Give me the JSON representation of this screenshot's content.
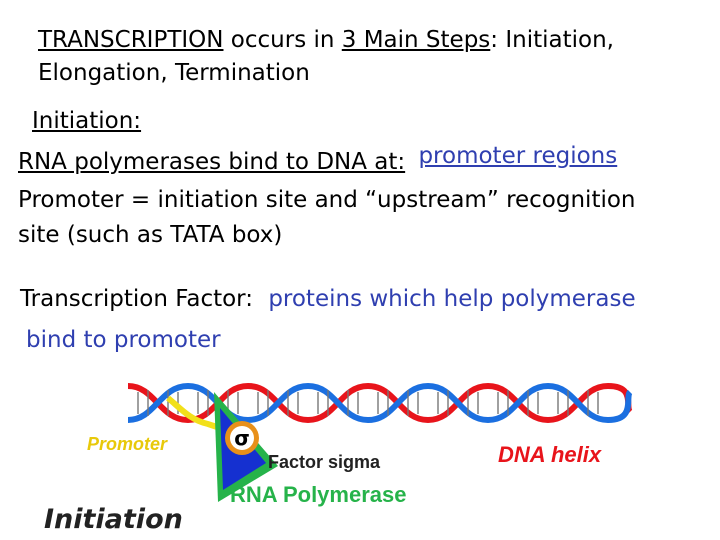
{
  "heading": {
    "word1": "TRANSCRIPTION",
    "mid": " occurs in ",
    "steps": "3 Main Steps",
    "rest": ": Initiation,",
    "line2": "Elongation, Termination"
  },
  "initiation_heading": "Initiation:",
  "rna_line": {
    "label": "RNA polymerases bind to DNA at:",
    "answer": "promoter regions"
  },
  "promoter_def": {
    "line1": "Promoter = initiation site and “upstream” recognition",
    "line2": "site (such as TATA box)"
  },
  "tf_line": {
    "label": "Transcription Factor:",
    "answer_line1": "proteins which help polymerase",
    "answer_line2": "bind to promoter"
  },
  "diagram": {
    "promoter_label": "Promoter",
    "sigma_symbol": "σ",
    "factor_sigma_label": "Factor sigma",
    "dna_helix_label": "DNA helix",
    "rna_polymerase_label": "RNA Polymerase",
    "initiation_label": "Initiation",
    "colors": {
      "strand_red": "#e8141b",
      "strand_blue": "#1b6fe0",
      "strand_yellow": "#f2e01a",
      "label_red": "#e8141b",
      "label_yellow": "#e8c90a",
      "polymerase_green": "#26b34a",
      "polymerase_blue": "#1530d0",
      "sigma_orange": "#e8901a"
    }
  }
}
